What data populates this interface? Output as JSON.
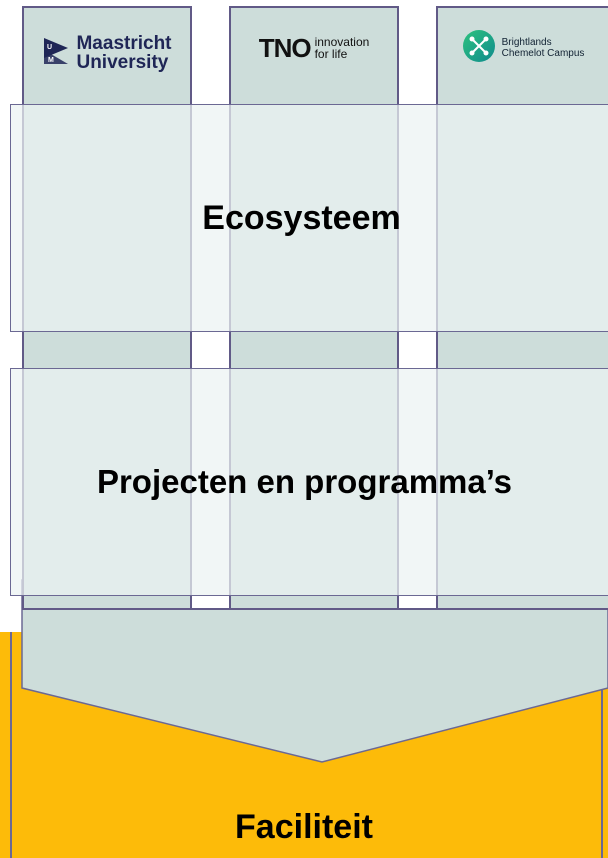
{
  "partners": [
    {
      "name_line1": "Maastricht",
      "name_line2": "University",
      "icon": "maastricht-university-logo-icon"
    },
    {
      "wordmark": "TNO",
      "tagline_line1": "innovation",
      "tagline_line2": "for life",
      "icon": "tno-logo-icon"
    },
    {
      "name_line1": "Brightlands",
      "name_line2": "Chemelot Campus",
      "icon": "brightlands-logo-icon"
    }
  ],
  "layers": {
    "ecosystem": "Ecosysteem",
    "projects": "Projecten en programma’s",
    "facility": "Faciliteit"
  },
  "colors": {
    "pillar_fill": "#cdddda",
    "pillar_border": "#615a87",
    "band_fill": "#ecf3f3",
    "facility_fill": "#fdbb09",
    "arrow_fill": "#cdddda",
    "um_blue": "#1f2656",
    "brightlands_green": "#17a768"
  }
}
